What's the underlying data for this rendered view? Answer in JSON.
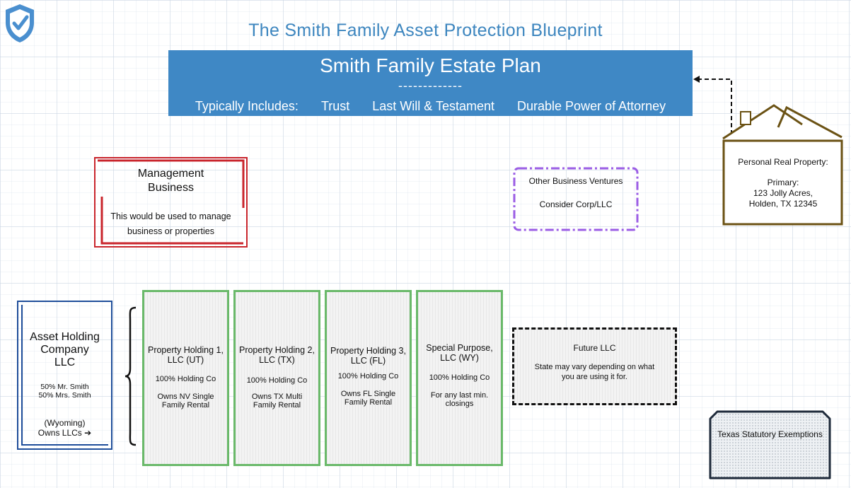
{
  "title": "The Smith Family Asset Protection Blueprint",
  "estate_plan": {
    "title": "Smith Family Estate Plan",
    "divider": "-------------",
    "includes_label": "Typically Includes:",
    "items": [
      "Trust",
      "Last Will & Testament",
      "Durable Power of Attorney"
    ]
  },
  "management": {
    "title_line1": "Management",
    "title_line2": "Business",
    "desc": "This would be used to manage business or properties"
  },
  "other_ventures": {
    "title": "Other Business Ventures",
    "note": "Consider Corp/LLC"
  },
  "real_property": {
    "title": "Personal Real Property:",
    "line1": "Primary:",
    "line2": "123 Jolly Acres,",
    "line3": "Holden, TX 12345"
  },
  "asset_holding": {
    "name_line1": "Asset Holding",
    "name_line2": "Company",
    "name_line3": "LLC",
    "owner1": "50% Mr. Smith",
    "owner2": "50% Mrs. Smith",
    "state": "(Wyoming)",
    "owns": "Owns LLCs ➔"
  },
  "llcs": [
    {
      "name": "Property Holding 1, LLC (UT)",
      "ownership": "100% Holding Co",
      "desc": "Owns NV Single Family Rental"
    },
    {
      "name": "Property Holding 2, LLC (TX)",
      "ownership": "100% Holding Co",
      "desc": "Owns TX Multi Family Rental"
    },
    {
      "name": "Property Holding 3, LLC (FL)",
      "ownership": "100% Holding Co",
      "desc": "Owns FL Single Family Rental"
    },
    {
      "name": "Special Purpose, LLC (WY)",
      "ownership": "100% Holding Co",
      "desc": "For any last min. closings"
    }
  ],
  "future_llc": {
    "title": "Future LLC",
    "note": "State may vary depending on what you are using it for."
  },
  "exemptions": {
    "title": "Texas Statutory Exemptions"
  },
  "colors": {
    "title_blue": "#3d86bf",
    "banner_blue": "#3f88c5",
    "management_red": "#c9252c",
    "ventures_purple": "#9b5de5",
    "house_brown": "#6b5214",
    "holding_blue": "#1f4e9a",
    "llc_green": "#6ab96a",
    "exemptions_navy": "#1e2a3a"
  },
  "icons": [
    "shield-check-icon",
    "house-icon"
  ]
}
